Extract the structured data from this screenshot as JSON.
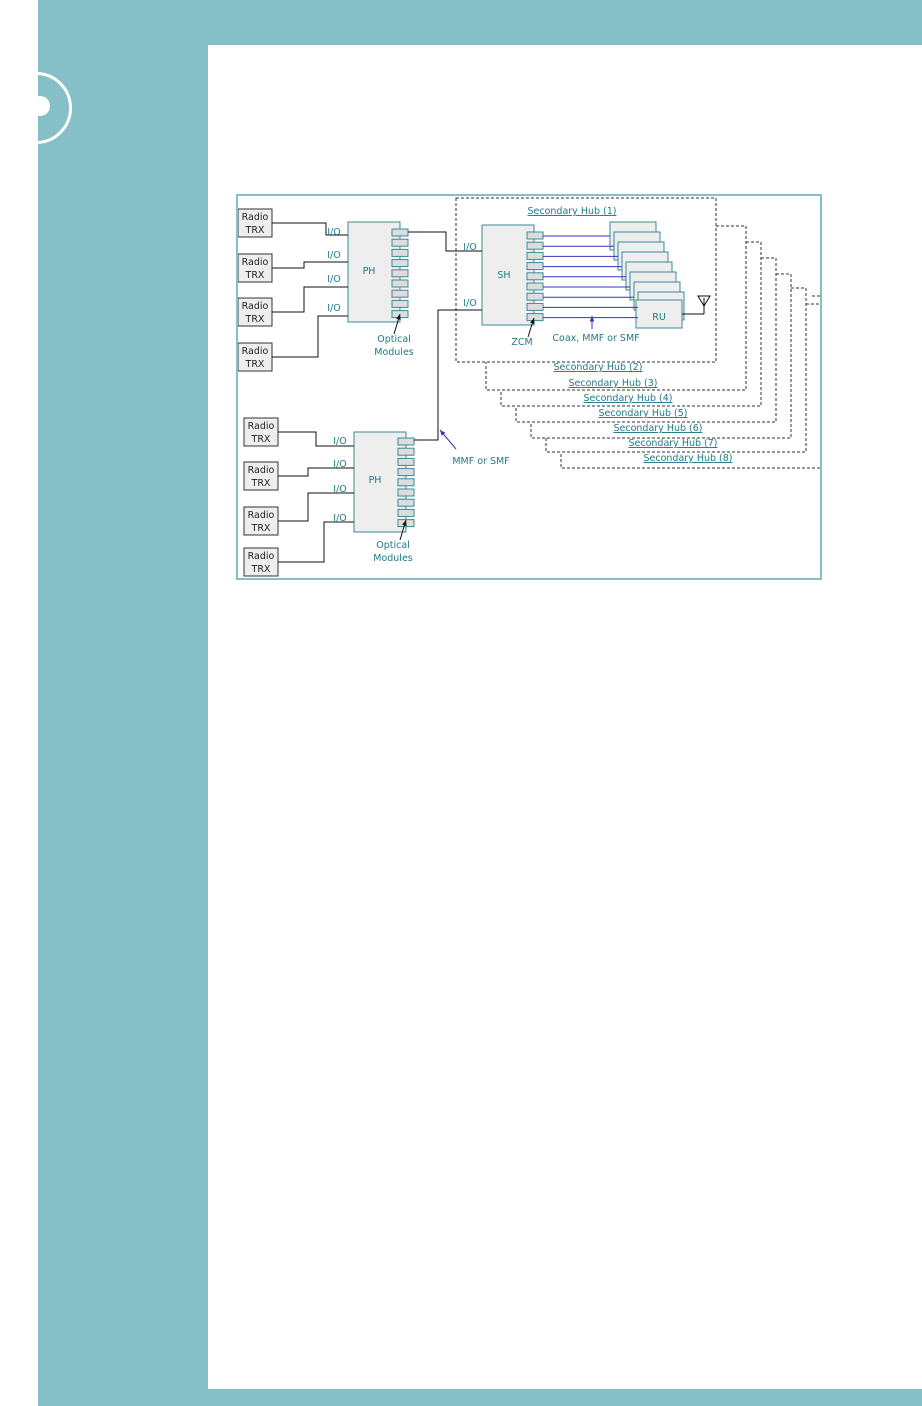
{
  "diagram": {
    "labels": {
      "radio": "Radio",
      "trx": "TRX",
      "io": "I/O",
      "primary_hub": "PH",
      "secondary_hub": "SH",
      "remote_unit": "RU",
      "optical_modules_line1": "Optical",
      "optical_modules_line2": "Modules",
      "zcm": "ZCM",
      "coax_label": "Coax, MMF or SMF",
      "mmf_label": "MMF or SMF"
    },
    "secondary_hubs": [
      "Secondary Hub (1)",
      "Secondary Hub (2)",
      "Secondary Hub (3)",
      "Secondary Hub (4)",
      "Secondary Hub (5)",
      "Secondary Hub (6)",
      "Secondary Hub (7)",
      "Secondary Hub (8)"
    ],
    "colors": {
      "frame": "#85c0c8",
      "box_fill": "#eeeeee",
      "box_stroke": "#3a8a96",
      "link_blue": "#3333cc",
      "label_teal": "#1f7a86"
    }
  }
}
